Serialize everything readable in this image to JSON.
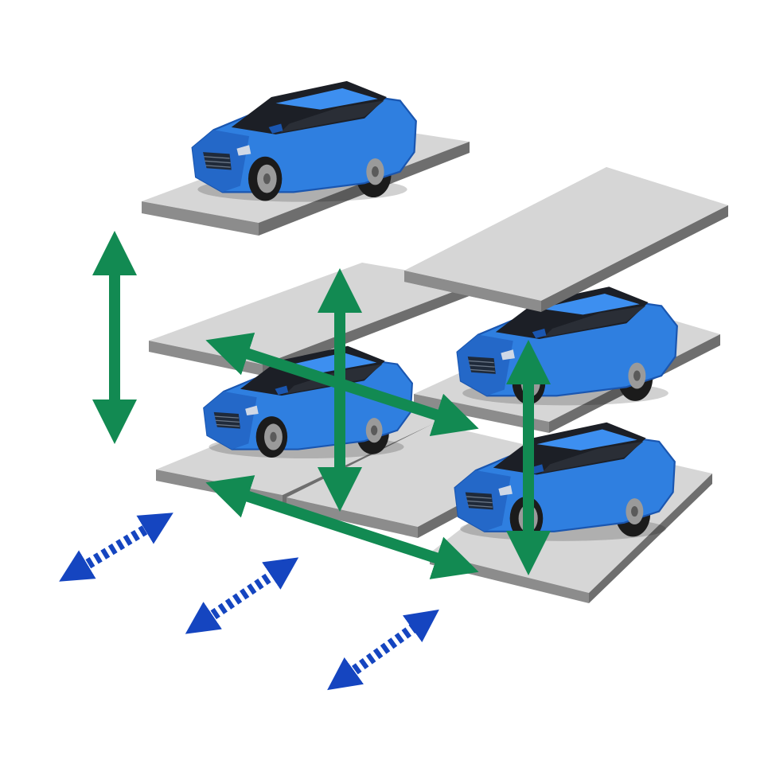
{
  "diagram": {
    "type": "puzzle-parking-system",
    "text": ""
  },
  "colors": {
    "background": "#ffffff",
    "pallet_top": "#d6d6d6",
    "pallet_side": "#8c8c8c",
    "pallet_edge": "#6e6e6e",
    "car_body": "#2f7fe0",
    "car_body_dark": "#1a56b0",
    "car_window": "#1c1f26",
    "tire": "#1b1b1b",
    "rim": "#9a9a9a",
    "move_arrow": "#128a52",
    "entry_arrow": "#1545c0"
  },
  "icons": {
    "car": "sedan-car-icon",
    "lift_arrow": "vertical-double-arrow",
    "shift_arrow": "horizontal-double-arrow",
    "entry_arrow": "dashed-double-arrow"
  }
}
